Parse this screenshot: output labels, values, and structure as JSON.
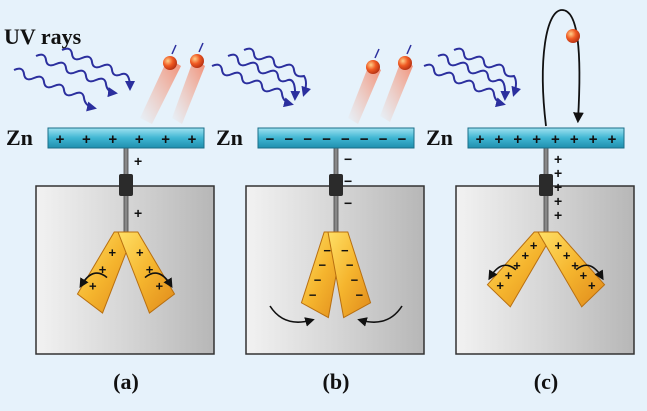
{
  "header": {
    "uv_label": "UV rays"
  },
  "panels": [
    {
      "caption": "(a)",
      "plate_symbol": "Zn",
      "plate_signs": [
        "+",
        "+",
        "+",
        "+",
        "+",
        "+"
      ],
      "rod_signs": [
        "+",
        "+"
      ],
      "left_leaf_signs": [
        "+",
        "+",
        "+"
      ],
      "right_leaf_signs": [
        "+",
        "+",
        "+"
      ],
      "leaf_motion": "diverging"
    },
    {
      "caption": "(b)",
      "plate_symbol": "Zn",
      "plate_signs": [
        "−",
        "−",
        "−",
        "−",
        "−",
        "−",
        "−",
        "−"
      ],
      "rod_signs": [
        "−",
        "−",
        "−"
      ],
      "left_leaf_signs": [
        "−",
        "−",
        "−",
        "−"
      ],
      "right_leaf_signs": [
        "−",
        "−",
        "−",
        "−"
      ],
      "leaf_motion": "converging"
    },
    {
      "caption": "(c)",
      "plate_symbol": "Zn",
      "plate_signs": [
        "+",
        "+",
        "+",
        "+",
        "+",
        "+",
        "+",
        "+"
      ],
      "rod_signs": [
        "+",
        "+",
        "+",
        "+",
        "+"
      ],
      "left_leaf_signs": [
        "+",
        "+",
        "+",
        "+",
        "+"
      ],
      "right_leaf_signs": [
        "+",
        "+",
        "+",
        "+",
        "+"
      ],
      "leaf_motion": "diverging"
    }
  ],
  "colors": {
    "background": "#e6f2fb",
    "plate": "#3fb6d2",
    "uv_ray": "#2b2f9e",
    "electron": "#f05a23",
    "leaf": "#f2b430",
    "case": "#c9c9c9"
  },
  "icons": {
    "uv_ray": "wavy-arrow-icon",
    "electron": "electron-dot-icon",
    "motion": "curved-arrow-icon"
  }
}
